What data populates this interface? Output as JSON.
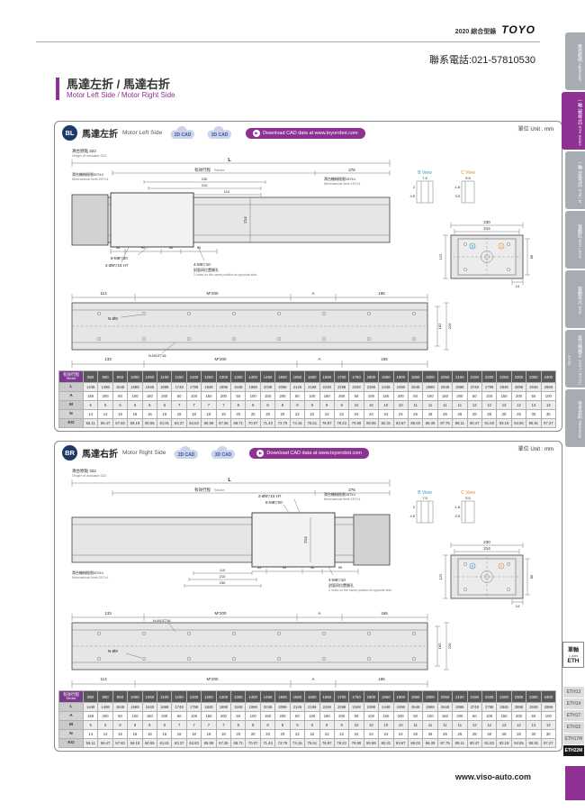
{
  "page": {
    "catalog": "2020 綜合型錄",
    "logo": "TOYO",
    "phone": "聯系電話:021-57810530",
    "title_cn": "馬達左折 / 馬達右折",
    "title_en": "Motor Left Side / Motor Right Side",
    "unit": "單位 Unit : mm",
    "footer_url": "www.viso-auto.com",
    "play_icon": "▶"
  },
  "sidebar": {
    "tabs": [
      {
        "cn": "應用範例",
        "en": "Application"
      },
      {
        "cn": "一軸 (螺桿式)",
        "en": "ETH Series"
      },
      {
        "cn": "一軸 (皮帶式)",
        "en": "ETB | M"
      },
      {
        "cn": "電動缸",
        "en": "GCH | ECH"
      },
      {
        "cn": "電動夾爪",
        "en": "ECB"
      },
      {
        "cn": "直交機械手",
        "en": "XYGT | XYTH | XYTB"
      },
      {
        "cn": "參考資料",
        "en": "Reference"
      }
    ],
    "series_box": {
      "cn": "單軸",
      "en": "1 axis",
      "code": "ETH"
    },
    "models": [
      "ETH13",
      "ETH14",
      "ETH17",
      "ETH22",
      "ETH17M",
      "ETH22M"
    ]
  },
  "panels": [
    {
      "badge": "BL",
      "title_cn": "馬達左折",
      "title_en": "Motor Left Side",
      "cad2d": "2D CAD",
      "cad3d": "3D CAD",
      "download": "Download CAD data at www.toyorobot.com"
    },
    {
      "badge": "BR",
      "title_cn": "馬達右折",
      "title_en": "Motor Right Side",
      "cad2d": "2D CAD",
      "cad3d": "3D CAD",
      "download": "Download CAD data at www.toyorobot.com"
    }
  ],
  "dwg": {
    "origin_cn": "滑台原點 322",
    "origin_en": "Origin of actuator:322",
    "len": "L",
    "stroke_cn": "有效行程",
    "stroke_en": "Stroke",
    "d276": "276",
    "d230": "230",
    "d210": "210",
    "d110": "110",
    "mech207_cn": "滑台機械極限207±1",
    "mech207_en": "Mechanical limit:207±1",
    "mech157_cn": "滑台機械極限157±1",
    "mech157_en": "Mechanical limit:157±1",
    "d214": "214",
    "m8": "8-M8▽20",
    "o8": "2-Ø8▽15 H7",
    "m5": "4-M5▽10",
    "opp_cn": "對面同位置開孔",
    "opp_en": "2 holes on the same position at opposite side.",
    "d35": "35",
    "d90": "90",
    "d50": "50",
    "bview": "B View",
    "cview": "C View",
    "bmark": "B",
    "cmark": "C",
    "b75": "7.5",
    "b2": "2",
    "b45": "4.5",
    "c55": "5.5",
    "c18": "1.8",
    "c35": "3.5",
    "e230": "230",
    "e214": "214",
    "e122": "122",
    "e86": "86",
    "e14": "14",
    "p113": "113",
    "m200": "M*200",
    "pA": "A",
    "p185": "185",
    "no9": "N-Ø9",
    "d182": "182",
    "d220": "220",
    "p133": "133",
    "nm10": "N-M10▽16",
    "p165": "165"
  },
  "table": {
    "corner_cn": "有效行程",
    "corner_en": "Stroke",
    "strokes": [
      "850",
      "900",
      "950",
      "1000",
      "1050",
      "1100",
      "1150",
      "1200",
      "1250",
      "1300",
      "1350",
      "1400",
      "1450",
      "1500",
      "1550",
      "1600",
      "1650",
      "1700",
      "1750",
      "1800",
      "1850",
      "1900",
      "1950",
      "2000",
      "2050",
      "2100",
      "2150",
      "2200",
      "2250",
      "2300",
      "2350",
      "2400"
    ],
    "rows": [
      {
        "label": "L",
        "values": [
          "1448",
          "1498",
          "1548",
          "1598",
          "1648",
          "1698",
          "1748",
          "1798",
          "1848",
          "1898",
          "1948",
          "1998",
          "2048",
          "2098",
          "2148",
          "2198",
          "2248",
          "2298",
          "2348",
          "2398",
          "2448",
          "2498",
          "2548",
          "2598",
          "2648",
          "2698",
          "2748",
          "2798",
          "2848",
          "2898",
          "2948",
          "2998"
        ]
      },
      {
        "label": "A",
        "values": [
          "150",
          "200",
          "50",
          "100",
          "150",
          "200",
          "50",
          "100",
          "150",
          "200",
          "50",
          "100",
          "150",
          "200",
          "50",
          "100",
          "150",
          "200",
          "50",
          "100",
          "150",
          "200",
          "50",
          "100",
          "150",
          "200",
          "50",
          "100",
          "150",
          "200",
          "50",
          "100"
        ]
      },
      {
        "label": "M",
        "values": [
          "5",
          "5",
          "6",
          "6",
          "6",
          "6",
          "7",
          "7",
          "7",
          "7",
          "8",
          "8",
          "8",
          "8",
          "9",
          "9",
          "9",
          "9",
          "10",
          "10",
          "10",
          "10",
          "11",
          "11",
          "11",
          "11",
          "12",
          "12",
          "12",
          "12",
          "13",
          "13"
        ]
      },
      {
        "label": "N",
        "values": [
          "14",
          "14",
          "16",
          "16",
          "16",
          "16",
          "18",
          "18",
          "18",
          "18",
          "20",
          "20",
          "20",
          "20",
          "22",
          "22",
          "22",
          "22",
          "24",
          "24",
          "24",
          "24",
          "26",
          "26",
          "26",
          "26",
          "28",
          "28",
          "28",
          "28",
          "30",
          "30"
        ]
      },
      {
        "label": "KG",
        "values": [
          "55.11",
          "56.47",
          "57.83",
          "59.19",
          "60.55",
          "61.91",
          "63.27",
          "64.63",
          "65.99",
          "67.35",
          "68.71",
          "70.07",
          "71.43",
          "72.79",
          "74.15",
          "75.51",
          "76.87",
          "78.23",
          "79.59",
          "80.95",
          "82.31",
          "83.67",
          "85.03",
          "86.39",
          "87.75",
          "89.11",
          "90.47",
          "91.83",
          "93.19",
          "94.55",
          "95.91",
          "97.27"
        ]
      }
    ]
  }
}
